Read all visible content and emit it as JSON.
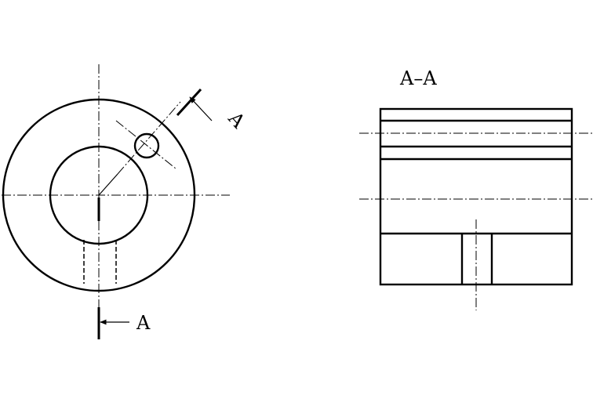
{
  "drawing": {
    "section_marker": "A",
    "section_marker_diagonal": "A",
    "section_view_title": "A–A"
  }
}
